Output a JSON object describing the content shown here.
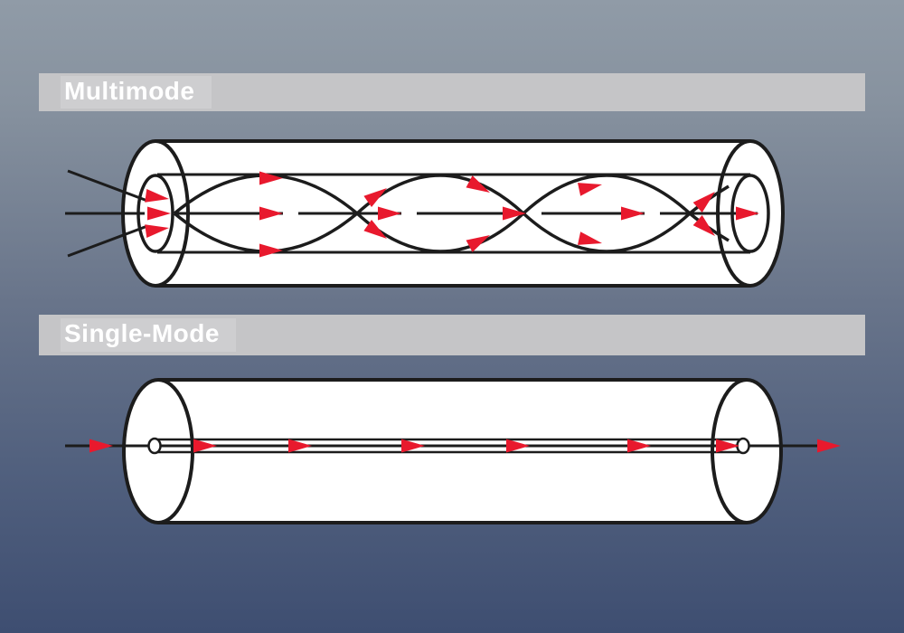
{
  "sections": {
    "multimode": {
      "label": "Multimode"
    },
    "single_mode": {
      "label": "Single-Mode"
    }
  },
  "diagram": {
    "multimode_ray_arrow_count": 18,
    "single_mode_ray_arrow_count": 8
  },
  "colors": {
    "bg-top": "#909ba7",
    "bg-upper": "#87929f",
    "bg-mid": "#68748a",
    "bg-lower": "#51607e",
    "bg-bottom": "#3e4e71",
    "bar-bg": "#c5c5c7",
    "bar-highlight": "rgba(255,255,255,0.17)",
    "label-text": "#ffffff",
    "line": "#1c1c1c",
    "fiber-fill": "#ffffff",
    "arrow-red": "#e8192d"
  }
}
